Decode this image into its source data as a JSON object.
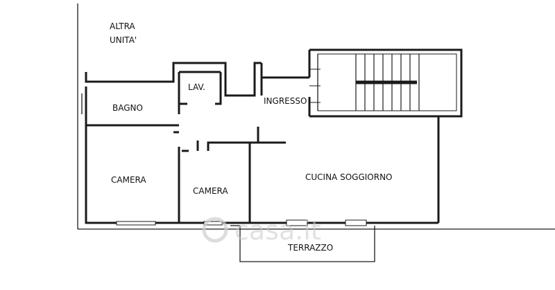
{
  "rooms": {
    "altra_unita_line1": "ALTRA",
    "altra_unita_line2": "UNITA'",
    "lav": "LAV.",
    "bagno": "BAGNO",
    "ingresso": "INGRESSO",
    "camera_left": "CAMERA",
    "camera_mid": "CAMERA",
    "cucina_soggiorno": "CUCINA SOGGIORNO",
    "terrazzo": "TERRAZZO"
  },
  "watermark": {
    "text": "casa.it"
  }
}
